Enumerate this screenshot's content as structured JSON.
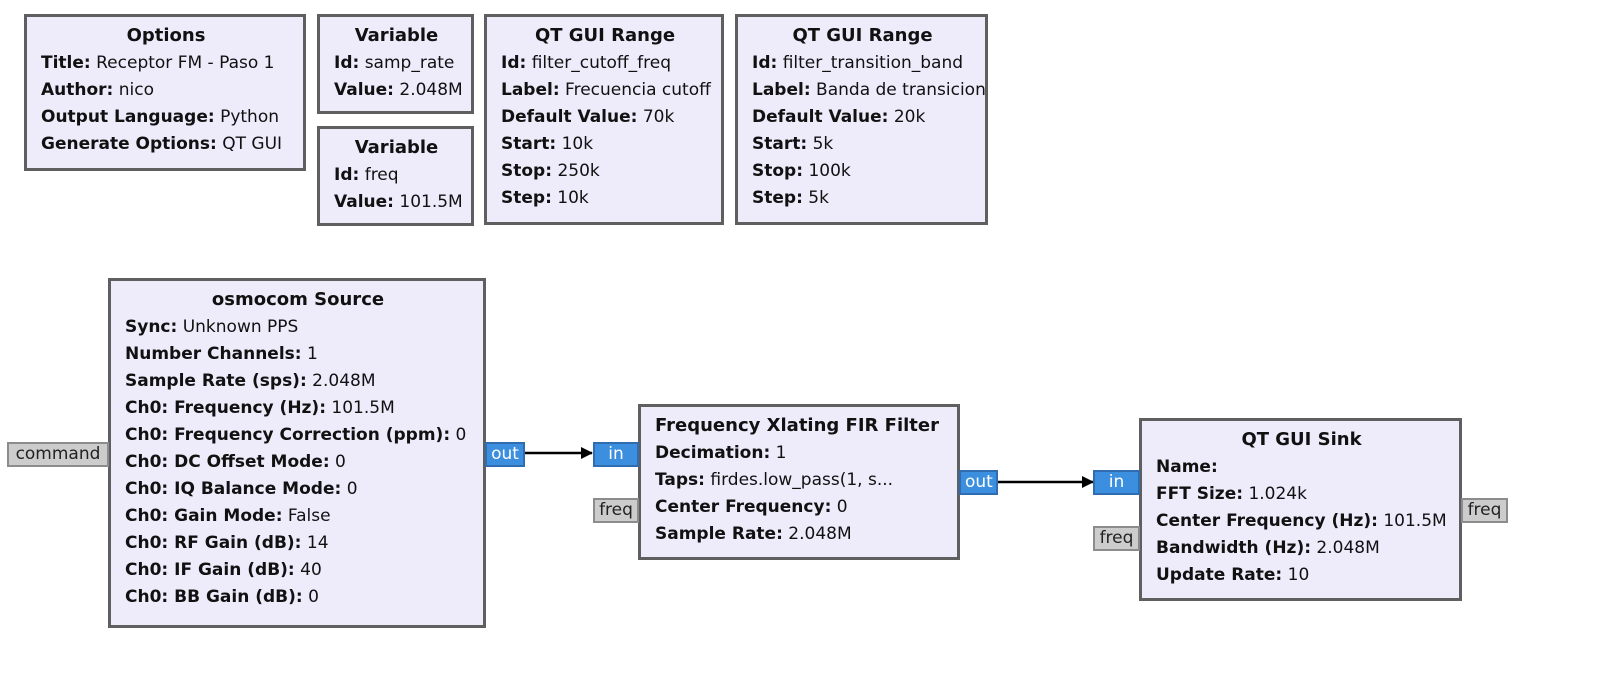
{
  "blocks": {
    "options": {
      "title": "Options",
      "params": [
        {
          "key": "Title:",
          "value": "Receptor FM - Paso 1"
        },
        {
          "key": "Author:",
          "value": "nico"
        },
        {
          "key": "Output Language:",
          "value": "Python"
        },
        {
          "key": "Generate Options:",
          "value": "QT GUI"
        }
      ]
    },
    "variable_samp_rate": {
      "title": "Variable",
      "params": [
        {
          "key": "Id:",
          "value": "samp_rate"
        },
        {
          "key": "Value:",
          "value": "2.048M"
        }
      ]
    },
    "variable_freq": {
      "title": "Variable",
      "params": [
        {
          "key": "Id:",
          "value": "freq"
        },
        {
          "key": "Value:",
          "value": "101.5M"
        }
      ]
    },
    "range_cutoff": {
      "title": "QT GUI Range",
      "params": [
        {
          "key": "Id:",
          "value": "filter_cutoff_freq"
        },
        {
          "key": "Label:",
          "value": "Frecuencia cutoff"
        },
        {
          "key": "Default Value:",
          "value": "70k"
        },
        {
          "key": "Start:",
          "value": "10k"
        },
        {
          "key": "Stop:",
          "value": "250k"
        },
        {
          "key": "Step:",
          "value": "10k"
        }
      ]
    },
    "range_transition": {
      "title": "QT GUI Range",
      "params": [
        {
          "key": "Id:",
          "value": "filter_transition_band"
        },
        {
          "key": "Label:",
          "value": "Banda de transicion"
        },
        {
          "key": "Default Value:",
          "value": "20k"
        },
        {
          "key": "Start:",
          "value": "5k"
        },
        {
          "key": "Stop:",
          "value": "100k"
        },
        {
          "key": "Step:",
          "value": "5k"
        }
      ]
    },
    "osmocom_source": {
      "title": "osmocom Source",
      "params": [
        {
          "key": "Sync:",
          "value": "Unknown PPS"
        },
        {
          "key": "Number Channels:",
          "value": "1"
        },
        {
          "key": "Sample Rate (sps):",
          "value": "2.048M"
        },
        {
          "key": "Ch0: Frequency (Hz):",
          "value": "101.5M"
        },
        {
          "key": "Ch0: Frequency Correction (ppm):",
          "value": "0"
        },
        {
          "key": "Ch0: DC Offset Mode:",
          "value": "0"
        },
        {
          "key": "Ch0: IQ Balance Mode:",
          "value": "0"
        },
        {
          "key": "Ch0: Gain Mode:",
          "value": "False"
        },
        {
          "key": "Ch0: RF Gain (dB):",
          "value": "14"
        },
        {
          "key": "Ch0: IF Gain (dB):",
          "value": "40"
        },
        {
          "key": "Ch0: BB Gain (dB):",
          "value": "0"
        }
      ]
    },
    "xlating_filter": {
      "title": "Frequency Xlating FIR Filter",
      "params": [
        {
          "key": "Decimation:",
          "value": "1"
        },
        {
          "key": "Taps:",
          "value": "firdes.low_pass(1, s..."
        },
        {
          "key": "Center Frequency:",
          "value": "0"
        },
        {
          "key": "Sample Rate:",
          "value": "2.048M"
        }
      ]
    },
    "qt_gui_sink": {
      "title": "QT GUI Sink",
      "params": [
        {
          "key": "Name:",
          "value": ""
        },
        {
          "key": "FFT Size:",
          "value": "1.024k"
        },
        {
          "key": "Center Frequency (Hz):",
          "value": "101.5M"
        },
        {
          "key": "Bandwidth (Hz):",
          "value": "2.048M"
        },
        {
          "key": "Update Rate:",
          "value": "10"
        }
      ]
    }
  },
  "ports": {
    "source_command": "command",
    "source_out": "out",
    "filter_in": "in",
    "filter_freq": "freq",
    "filter_out": "out",
    "sink_in": "in",
    "sink_freq_in": "freq",
    "sink_freq_out": "freq"
  },
  "colors": {
    "block_fill": "#eeebfb",
    "block_border": "#5f5f5f",
    "stream_port": "#3c8fdf",
    "message_port": "#cccccc",
    "wire": "#000000"
  }
}
